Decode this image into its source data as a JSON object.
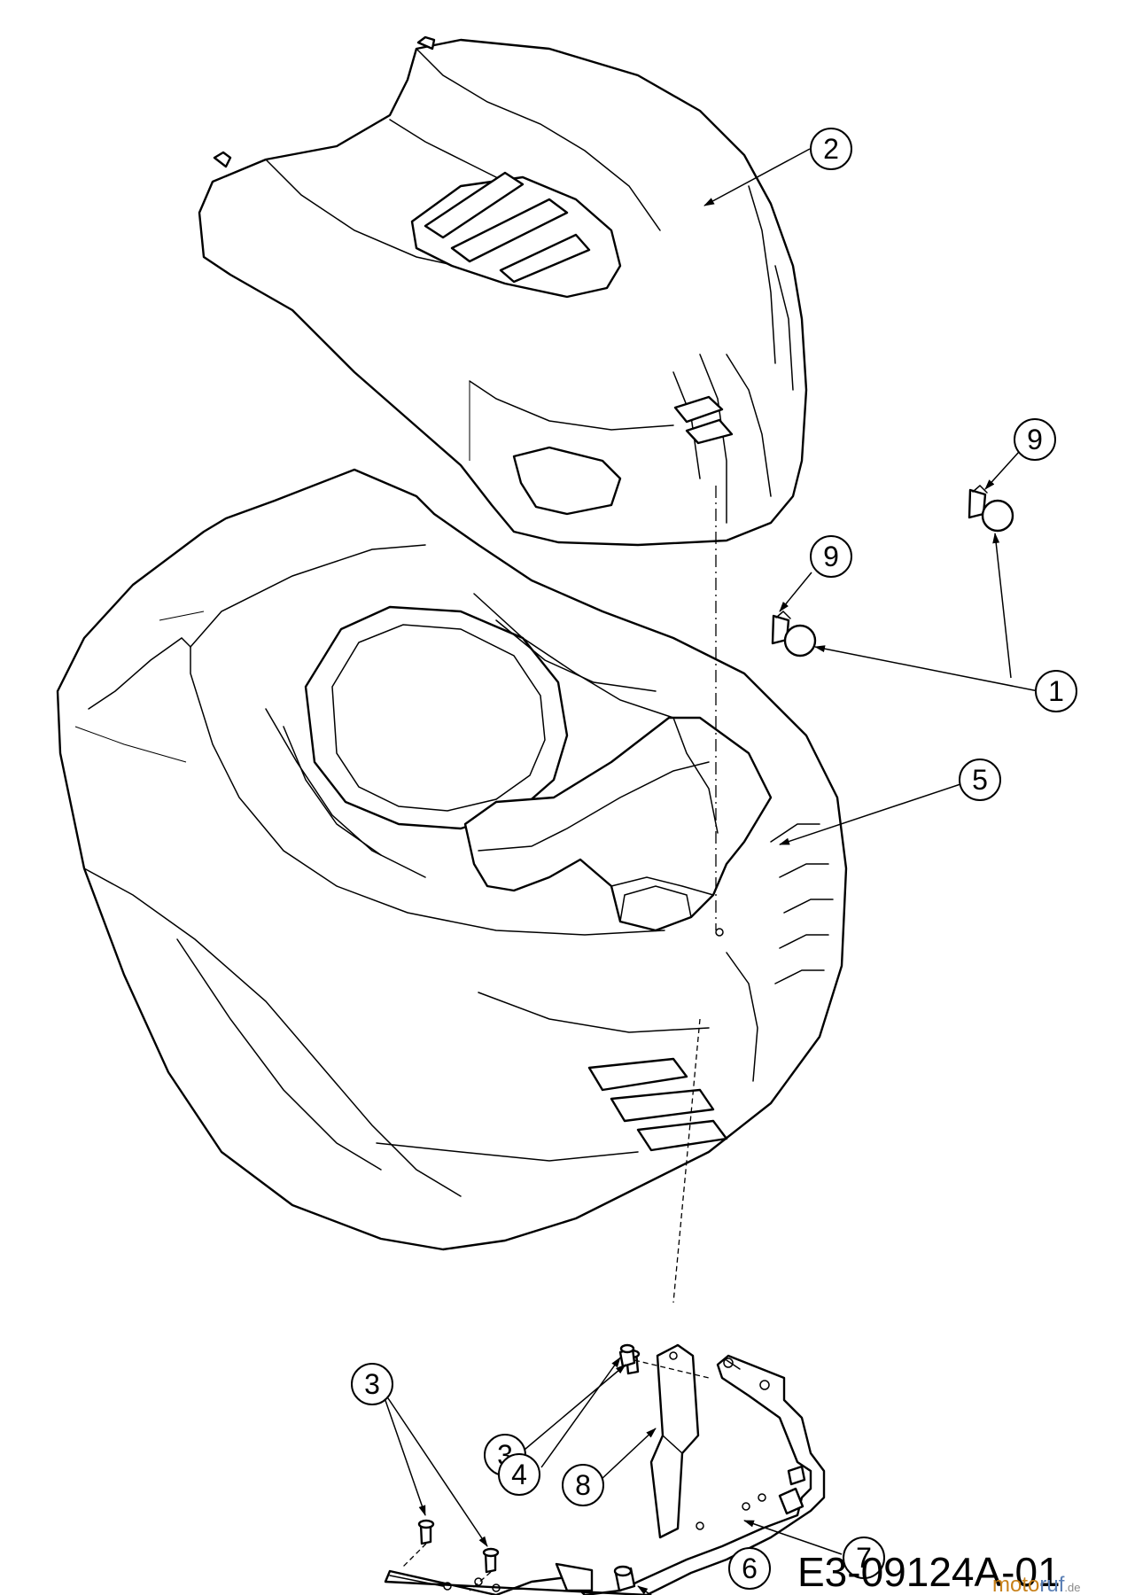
{
  "callouts": [
    {
      "label": "2"
    },
    {
      "label": "9"
    },
    {
      "label": "9"
    },
    {
      "label": "1"
    },
    {
      "label": "5"
    },
    {
      "label": "3"
    },
    {
      "label": "3"
    },
    {
      "label": "8"
    },
    {
      "label": "4"
    },
    {
      "label": "7"
    },
    {
      "label": "6"
    }
  ],
  "drawing_code": "E3-09124A-01",
  "watermark": {
    "part_a": "moto",
    "part_b": "ruf",
    "suffix": ".de"
  },
  "colors": {
    "line": "#000000",
    "background": "#ffffff",
    "watermark_a": "#c8811a",
    "watermark_b": "#5a7fb5"
  }
}
